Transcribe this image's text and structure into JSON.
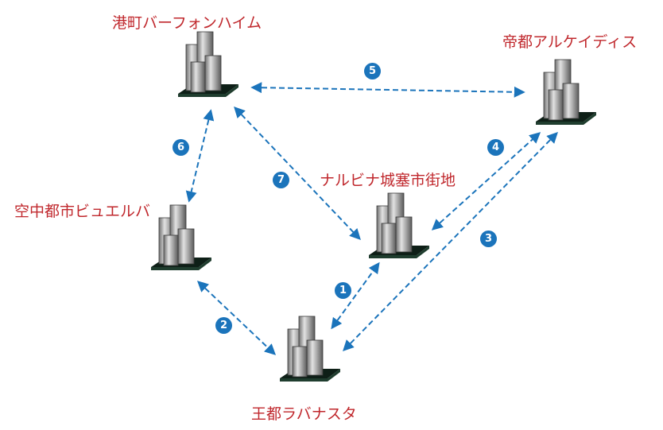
{
  "cities": [
    {
      "id": "port",
      "name": "港町バーフォンハイム"
    },
    {
      "id": "imperial",
      "name": "帝都アルケイディス"
    },
    {
      "id": "sky",
      "name": "空中都市ビュエルバ"
    },
    {
      "id": "fortress",
      "name": "ナルビナ城塞市街地"
    },
    {
      "id": "royal",
      "name": "王都ラバナスタ"
    }
  ],
  "routes": [
    {
      "number": "1",
      "from": "royal",
      "to": "fortress"
    },
    {
      "number": "2",
      "from": "sky",
      "to": "royal"
    },
    {
      "number": "3",
      "from": "royal",
      "to": "imperial"
    },
    {
      "number": "4",
      "from": "fortress",
      "to": "imperial"
    },
    {
      "number": "5",
      "from": "port",
      "to": "imperial"
    },
    {
      "number": "6",
      "from": "port",
      "to": "sky"
    },
    {
      "number": "7",
      "from": "port",
      "to": "fortress"
    }
  ],
  "colors": {
    "route_line": "#1b74bb",
    "label": "#c0282d",
    "building_base": "#1f3d2e"
  }
}
